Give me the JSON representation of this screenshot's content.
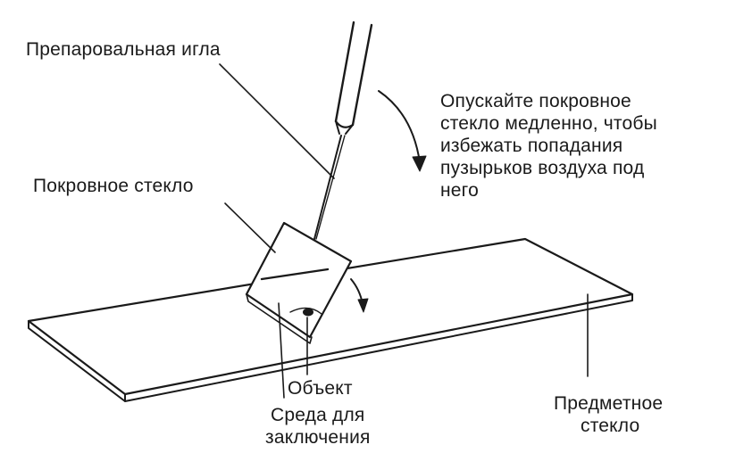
{
  "labels": {
    "needle": "Препаровальная игла",
    "instruction": [
      "Опускайте покровное",
      "стекло медленно, чтобы",
      "избежать попадания",
      "пузырьков воздуха под",
      "него"
    ],
    "coverslip": "Покровное стекло",
    "object": "Объект",
    "mounting_medium": [
      "Среда для",
      "заключения"
    ],
    "slide": [
      "Предметное",
      "стекло"
    ]
  },
  "colors": {
    "ink": "#1a1a1a",
    "background": "#ffffff"
  }
}
